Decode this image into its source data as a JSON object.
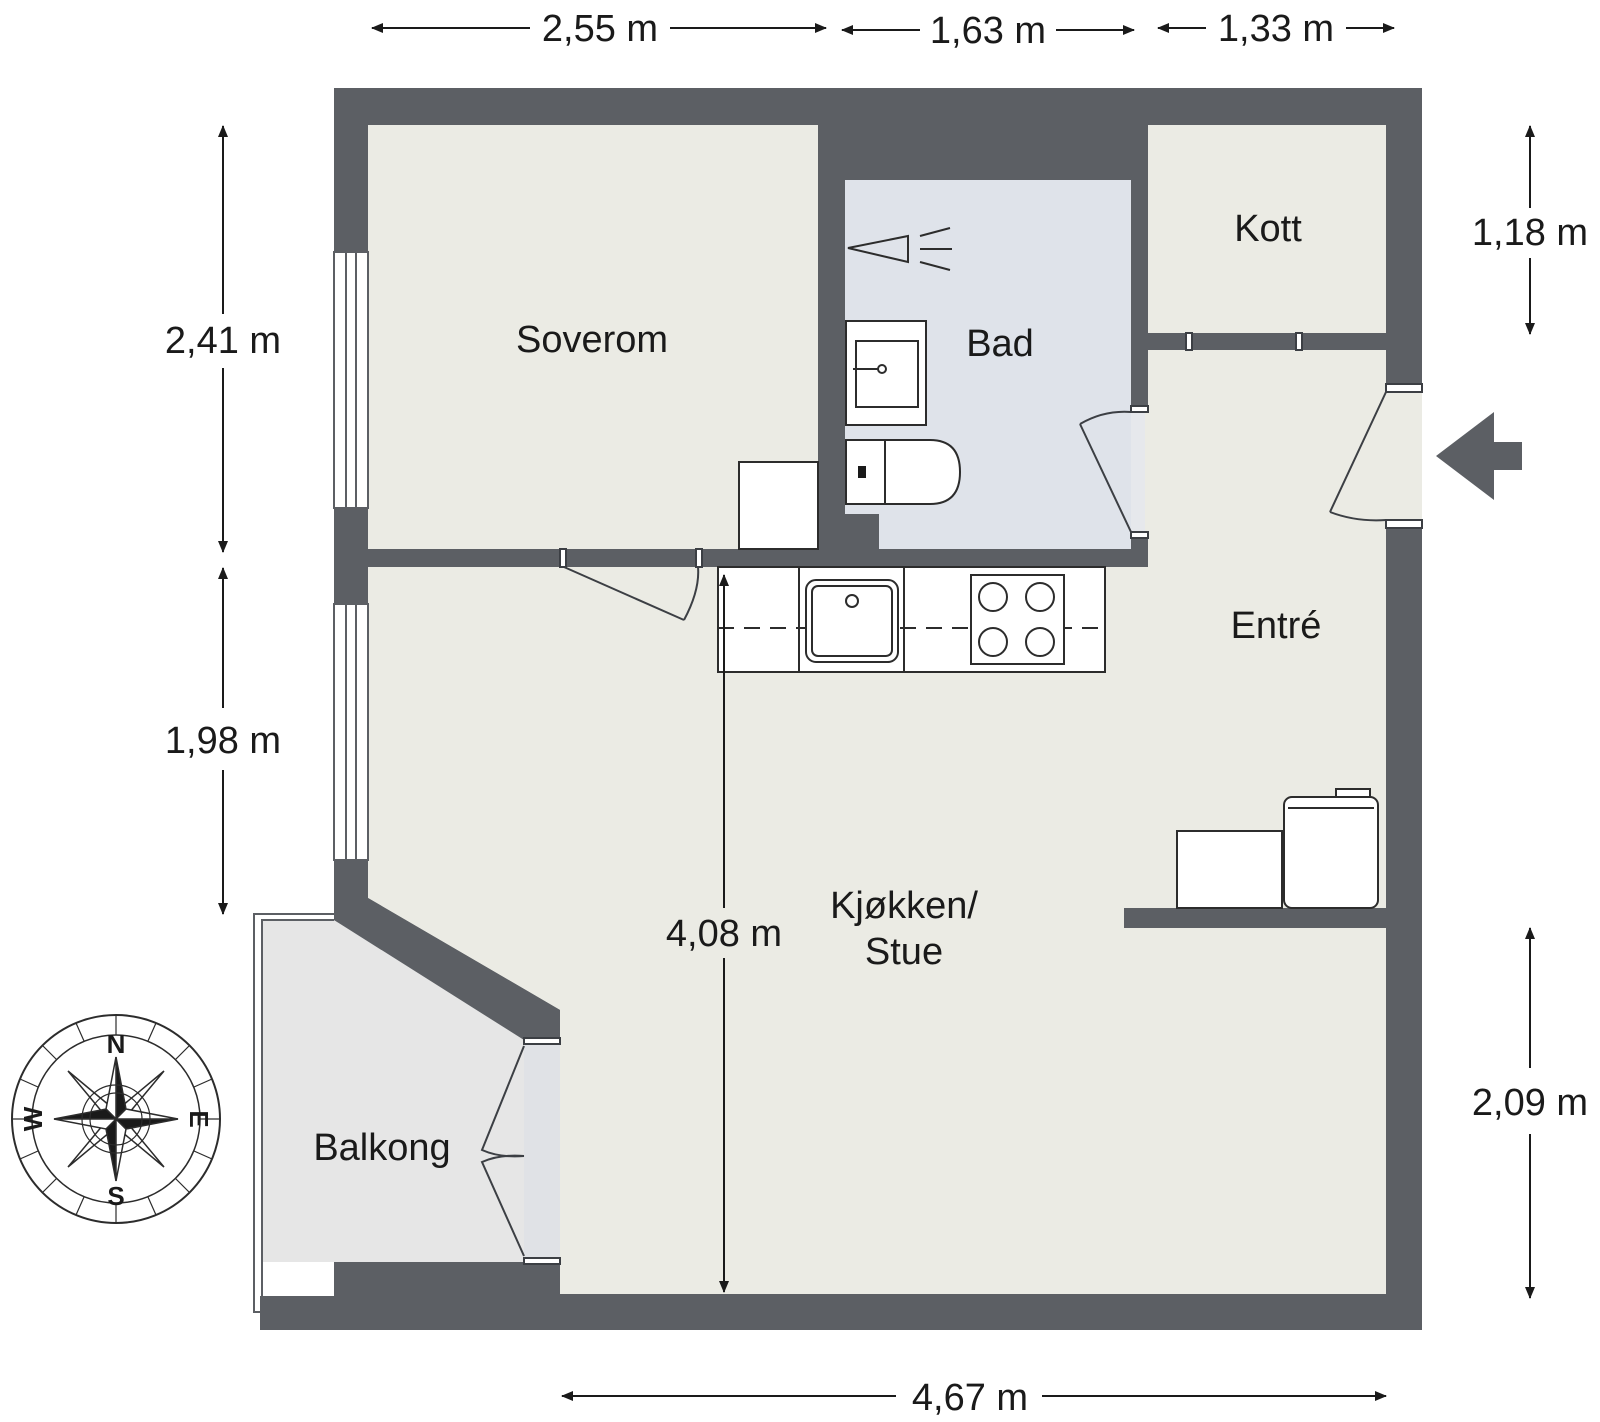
{
  "dimensions": {
    "top_left": "2,55 m",
    "top_middle": "1,63 m",
    "top_right": "1,33 m",
    "left_upper": "2,41 m",
    "left_lower": "1,98 m",
    "right_upper": "1,18 m",
    "right_lower": "2,09 m",
    "bottom": "4,67 m",
    "inner_vertical": "4,08 m"
  },
  "rooms": {
    "soverom": "Soverom",
    "bad": "Bad",
    "kott": "Kott",
    "entre": "Entré",
    "kjokken_line1": "Kjøkken/",
    "kjokken_line2": "Stue",
    "balkong": "Balkong"
  },
  "compass": {
    "n": "N",
    "e": "E",
    "s": "S",
    "w": "W"
  },
  "colors": {
    "wall": "#5c5f64",
    "floor": "#ebebe4",
    "bathroom": "#dfe3ea",
    "balcony": "#e6e6e6",
    "door_zone": "#e6e8ec"
  }
}
